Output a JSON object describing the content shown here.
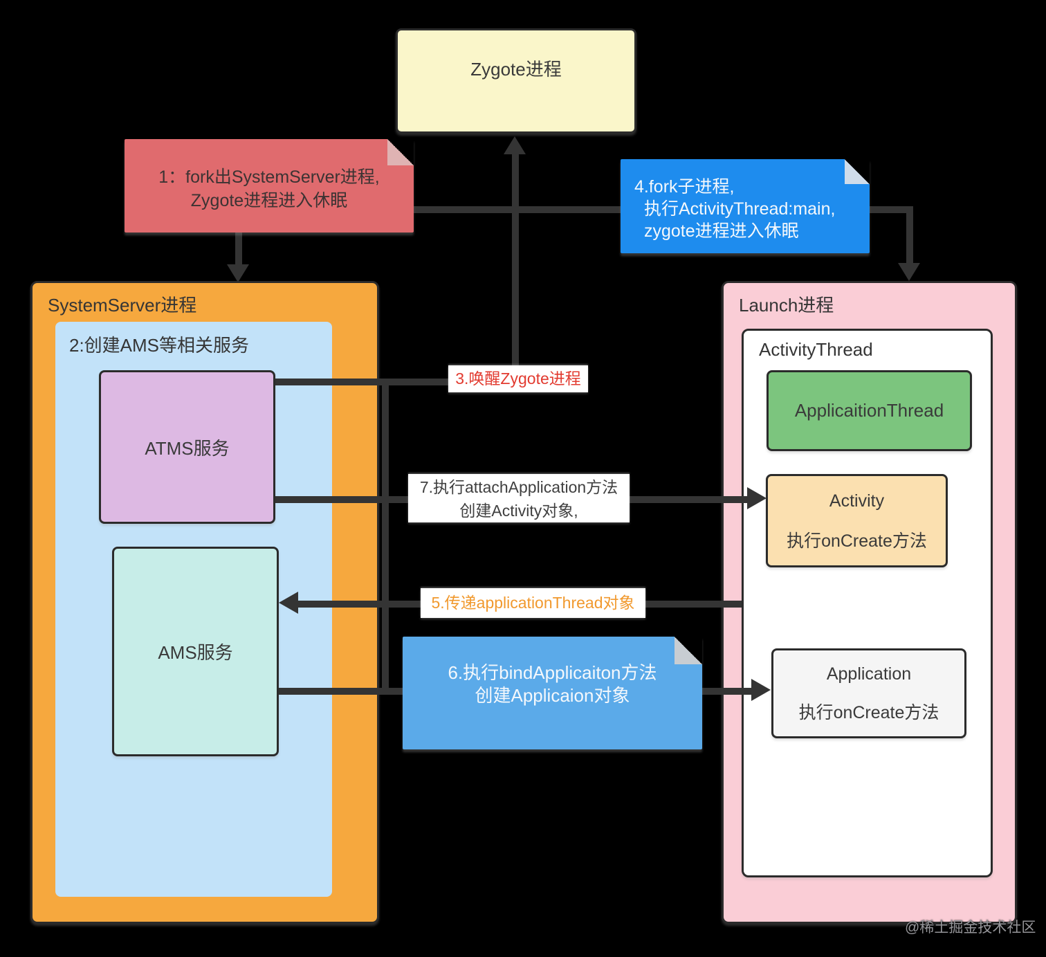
{
  "nodes": {
    "zygote": {
      "title": "Zygote进程"
    },
    "system_server": {
      "title": "SystemServer进程"
    },
    "create_services": {
      "title": "2:创建AMS等相关服务"
    },
    "atms": {
      "title": "ATMS服务"
    },
    "ams": {
      "title": "AMS服务"
    },
    "launch": {
      "title": "Launch进程"
    },
    "activity_thread": {
      "title": "ActivityThread"
    },
    "application_thread": {
      "title": "ApplicaitionThread"
    },
    "activity": {
      "title": "Activity",
      "subtitle": "执行onCreate方法"
    },
    "application": {
      "title": "Application",
      "subtitle": "执行onCreate方法"
    }
  },
  "notes": {
    "step1": {
      "lines": [
        "1：fork出SystemServer进程,",
        "Zygote进程进入休眠"
      ]
    },
    "step4": {
      "lines": [
        "4.fork子进程,",
        "执行ActivityThread:main,",
        "zygote进程进入休眠"
      ]
    },
    "step6": {
      "lines": [
        "6.执行bindApplicaiton方法",
        "创建Applicaion对象"
      ]
    }
  },
  "labels": {
    "step3": "3.唤醒Zygote进程",
    "step5": "5.传递applicationThread对象",
    "step7_line1": "7.执行attachApplication方法",
    "step7_line2": "创建Activity对象,"
  },
  "watermark": "@稀土掘金技术社区",
  "colors": {
    "zygote_fill": "#faf6ca",
    "note1_fill": "#e06b6e",
    "note4_fill": "#1e8cee",
    "note6_fill": "#5baae9",
    "system_server_fill": "#f6a83e",
    "create_services_fill": "#c2e2f9",
    "atms_fill": "#ddb9e3",
    "ams_fill": "#c7ede8",
    "launch_fill": "#facdd6",
    "activity_thread_fill": "#ffffff",
    "application_thread_fill": "#7cc57e",
    "activity_fill": "#fbe0b0",
    "application_fill": "#f5f5f5",
    "connector": "#343434",
    "step3_text_color": "#e23b30",
    "step5_text_color": "#f1992e"
  }
}
